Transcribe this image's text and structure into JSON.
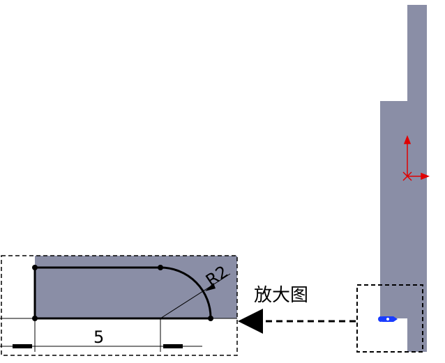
{
  "callout": {
    "label": "放大图"
  },
  "dimensions": {
    "length": "5",
    "radius": "R2"
  },
  "colors": {
    "part": "#8a8ea6",
    "axis_marker": "#e00000",
    "origin_marker": "#1a3cff",
    "dashed_frame": "#000000"
  },
  "icons": {
    "axis": "coordinate-axis-icon",
    "origin": "origin-point-icon"
  }
}
